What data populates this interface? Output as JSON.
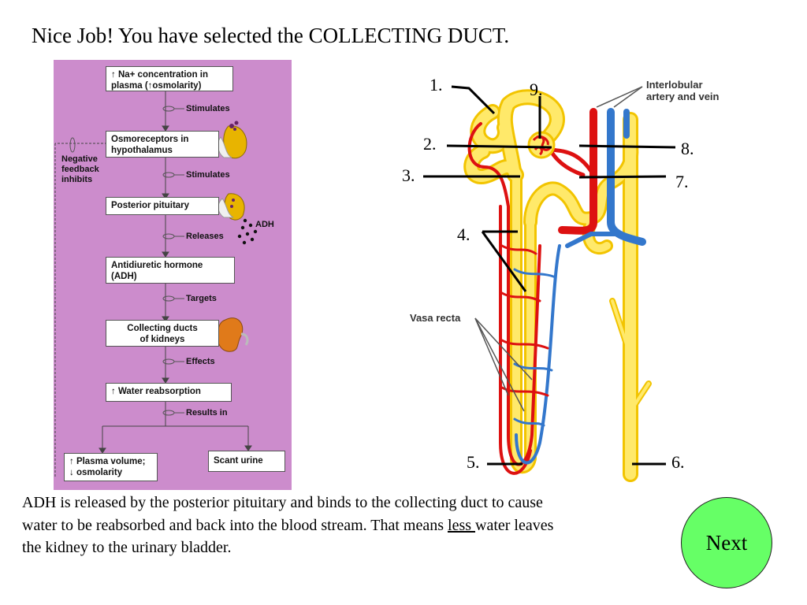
{
  "title": "Nice Job!  You have selected the COLLECTING DUCT.",
  "flowchart": {
    "box1_line1": "↑ Na+ concentration in",
    "box1_line2": "plasma (↑osmolarity)",
    "arrow1": "Stimulates",
    "box2_line1": "Osmoreceptors in",
    "box2_line2": "hypothalamus",
    "arrow2": "Stimulates",
    "box3": "Posterior pituitary",
    "adh_label": "ADH",
    "arrow3": "Releases",
    "box4_line1": "Antidiuretic hormone",
    "box4_line2": "(ADH)",
    "arrow4": "Targets",
    "box5_line1": "Collecting ducts",
    "box5_line2": "of kidneys",
    "arrow5": "Effects",
    "box6": "↑ Water reabsorption",
    "arrow6": "Results in",
    "box7_line1": "↑ Plasma volume;",
    "box7_line2": "↓ osmolarity",
    "box8": "Scant urine",
    "neg_line1": "Negative",
    "neg_line2": "feedback",
    "neg_line3": "inhibits"
  },
  "nephron": {
    "n1": "1.",
    "n2": "2.",
    "n3": "3.",
    "n4": "4.",
    "n5": "5.",
    "n6": "6.",
    "n7": "7.",
    "n8": "8.",
    "n9": "9.",
    "interlobular_line1": "Interlobular",
    "interlobular_line2": "artery and vein",
    "vasa_recta": "Vasa recta"
  },
  "paragraph": {
    "part1": "ADH is released by the posterior pituitary and binds to the collecting duct to cause water to be reabsorbed and back into the blood stream.  That means ",
    "underlined": "less ",
    "part2": "water leaves the kidney to the urinary bladder."
  },
  "next_label": "Next",
  "colors": {
    "panel": "#cc8ccc",
    "next_button": "#66ff66",
    "tubule": "#ffe44d",
    "artery": "#dd1111",
    "vein": "#3377cc"
  }
}
